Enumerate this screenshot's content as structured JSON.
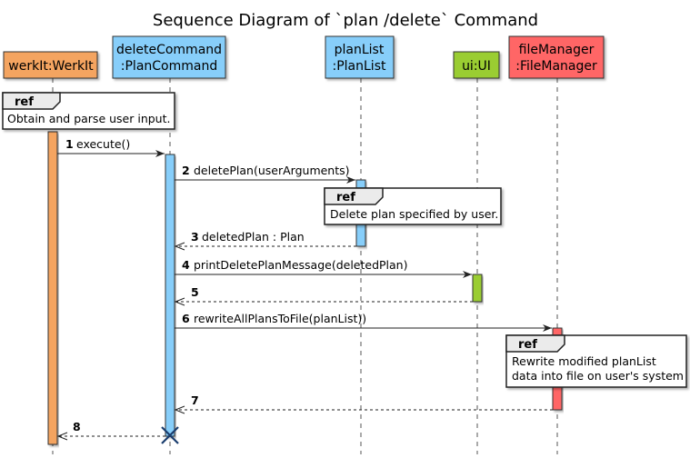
{
  "title": "Sequence Diagram of `plan /delete` Command",
  "participants": [
    {
      "id": "werkit",
      "lines": [
        "werkIt:WerkIt"
      ],
      "color": "#f4a460"
    },
    {
      "id": "deleteCommand",
      "lines": [
        "deleteCommand",
        ":PlanCommand"
      ],
      "color": "#87cefa"
    },
    {
      "id": "planList",
      "lines": [
        "planList",
        ":PlanList"
      ],
      "color": "#87cefa"
    },
    {
      "id": "ui",
      "lines": [
        "ui:UI"
      ],
      "color": "#9acd32"
    },
    {
      "id": "fileManager",
      "lines": [
        "fileManager",
        ":FileManager"
      ],
      "color": "#ff6666"
    }
  ],
  "refs": [
    {
      "label": "ref",
      "lines": [
        "Obtain and parse user input."
      ]
    },
    {
      "label": "ref",
      "lines": [
        "Delete plan specified by user."
      ]
    },
    {
      "label": "ref",
      "lines": [
        "Rewrite modified planList",
        "data into file on user's system"
      ]
    }
  ],
  "messages": [
    {
      "num": "1",
      "text": "execute()",
      "from": "werkit",
      "to": "deleteCommand",
      "dashed": false
    },
    {
      "num": "2",
      "text": "deletePlan(userArguments)",
      "from": "deleteCommand",
      "to": "planList",
      "dashed": false
    },
    {
      "num": "3",
      "text": "deletedPlan : Plan",
      "from": "planList",
      "to": "deleteCommand",
      "dashed": true
    },
    {
      "num": "4",
      "text": "printDeletePlanMessage(deletedPlan)",
      "from": "deleteCommand",
      "to": "ui",
      "dashed": false
    },
    {
      "num": "5",
      "text": "",
      "from": "ui",
      "to": "deleteCommand",
      "dashed": true
    },
    {
      "num": "6",
      "text": "rewriteAllPlansToFile(planList))",
      "from": "deleteCommand",
      "to": "fileManager",
      "dashed": false
    },
    {
      "num": "7",
      "text": "",
      "from": "fileManager",
      "to": "deleteCommand",
      "dashed": true
    },
    {
      "num": "8",
      "text": "",
      "from": "deleteCommand",
      "to": "werkit",
      "dashed": true
    }
  ]
}
